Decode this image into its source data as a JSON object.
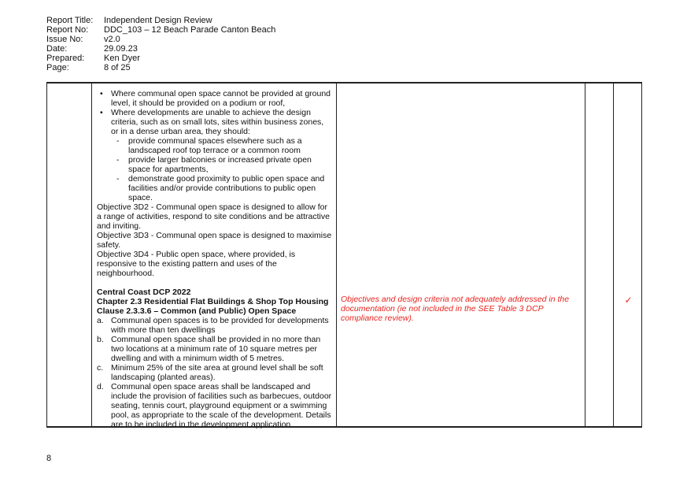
{
  "header": {
    "report_title_label": "Report Title:",
    "report_title": "Independent Design Review",
    "report_no_label": "Report No:",
    "report_no": "DDC_103 – 12 Beach Parade Canton Beach",
    "issue_no_label": "Issue No:",
    "issue_no": "v2.0",
    "date_label": "Date:",
    "date": "29.09.23",
    "prepared_label": "Prepared:",
    "prepared": "Ken Dyer",
    "page_label": "Page:",
    "page": "8 of 25"
  },
  "requirements": {
    "bullets": [
      "Where communal open space cannot be provided at ground level, it should be provided on a podium or roof,",
      "Where developments are unable to achieve the design criteria, such as on small lots, sites within business zones, or in a dense urban area, they should:"
    ],
    "dashes": [
      "provide communal spaces elsewhere such as a landscaped roof top terrace or a common room",
      "provide larger balconies or increased private open space for apartments,",
      "demonstrate good proximity to public open space and facilities and/or provide contributions to public open space."
    ],
    "objectives": [
      "Objective 3D2 - Communal open space is designed to allow for a range of activities, respond to site conditions and be attractive and inviting.",
      "Objective 3D3 - Communal open space is designed to maximise safety.",
      "Objective 3D4 - Public open space, where provided, is responsive to the existing pattern and uses of the neighbourhood."
    ],
    "dcp_title": "Central Coast DCP 2022",
    "chapter": "Chapter 2.3 Residential Flat Buildings & Shop Top Housing",
    "clause": "Clause 2.3.3.6 – Common (and Public) Open Space",
    "items": [
      {
        "letter": "a.",
        "text": "Communal open spaces is to be provided for developments with more than ten dwellings"
      },
      {
        "letter": "b.",
        "text": "Communal open space shall be provided in no more than two locations at a minimum rate of 10 square metres per dwelling and with a minimum width of 5 metres."
      },
      {
        "letter": "c.",
        "text": "Minimum 25% of the site area at ground level shall be soft landscaping (planted areas)."
      },
      {
        "letter": "d.",
        "text": "Communal open space areas shall be landscaped and include the provision of facilities such as barbecues, outdoor seating, tennis court, playground equipment or a swimming pool, as appropriate to the scale of the development. Details are to be included in the development application."
      }
    ]
  },
  "comment": "Objectives and design criteria not adequately addressed in the documentation (ie not included in the SEE Table 3 DCP compliance review).",
  "tick": "✓",
  "page_number": "8",
  "colors": {
    "comment": "#e8251f",
    "tick": "#e8251f"
  }
}
